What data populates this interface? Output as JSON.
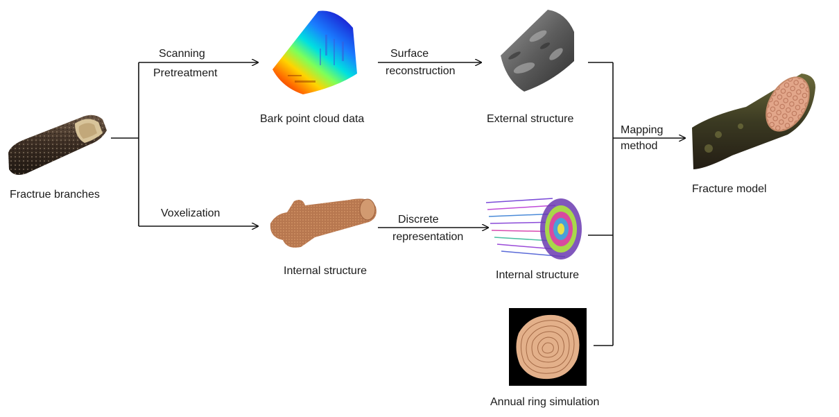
{
  "diagram": {
    "nodes": {
      "fracture_branches": "Fractrue branches",
      "bark_point_cloud": "Bark point cloud data",
      "external_structure": "External structure",
      "internal_structure_voxel": "Internal structure",
      "internal_structure_discrete": "Internal structure",
      "annual_ring": "Annual ring simulation",
      "fracture_model": "Fracture model"
    },
    "edges": {
      "scanning": "Scanning",
      "pretreatment": "Pretreatment",
      "surface": "Surface",
      "reconstruction": "reconstruction",
      "voxelization": "Voxelization",
      "discrete": "Discrete",
      "representation": "representation",
      "mapping": "Mapping",
      "method": "method"
    }
  },
  "colors": {
    "line": "#111111",
    "bark_dark": "#3d2f24",
    "wood_orange": "#c98a5e",
    "grey_mesh": "#6e6e6e"
  }
}
